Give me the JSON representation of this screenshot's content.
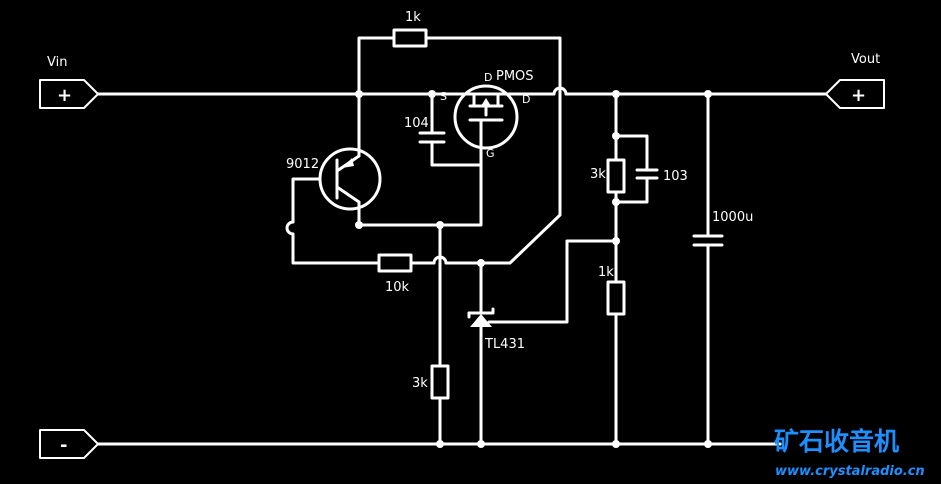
{
  "terminals": {
    "vin": "Vin",
    "vin_sign": "+",
    "vout": "Vout",
    "vout_sign": "+",
    "gnd_sign": "-"
  },
  "components": {
    "r_top": "1k",
    "r_gate": "10k",
    "r_bottom_left": "3k",
    "r_div_top": "3k",
    "r_div_bottom": "1k",
    "c_gate": "104",
    "c_div": "103",
    "c_out": "1000u",
    "transistor": "9012",
    "mosfet": "PMOS",
    "mosfet_pin_d_top": "D",
    "mosfet_pin_s": "S",
    "mosfet_pin_d": "D",
    "mosfet_pin_g": "G",
    "regulator": "TL431"
  },
  "watermark": {
    "title": "矿石收音机",
    "url": "www.crystalradio.cn"
  }
}
